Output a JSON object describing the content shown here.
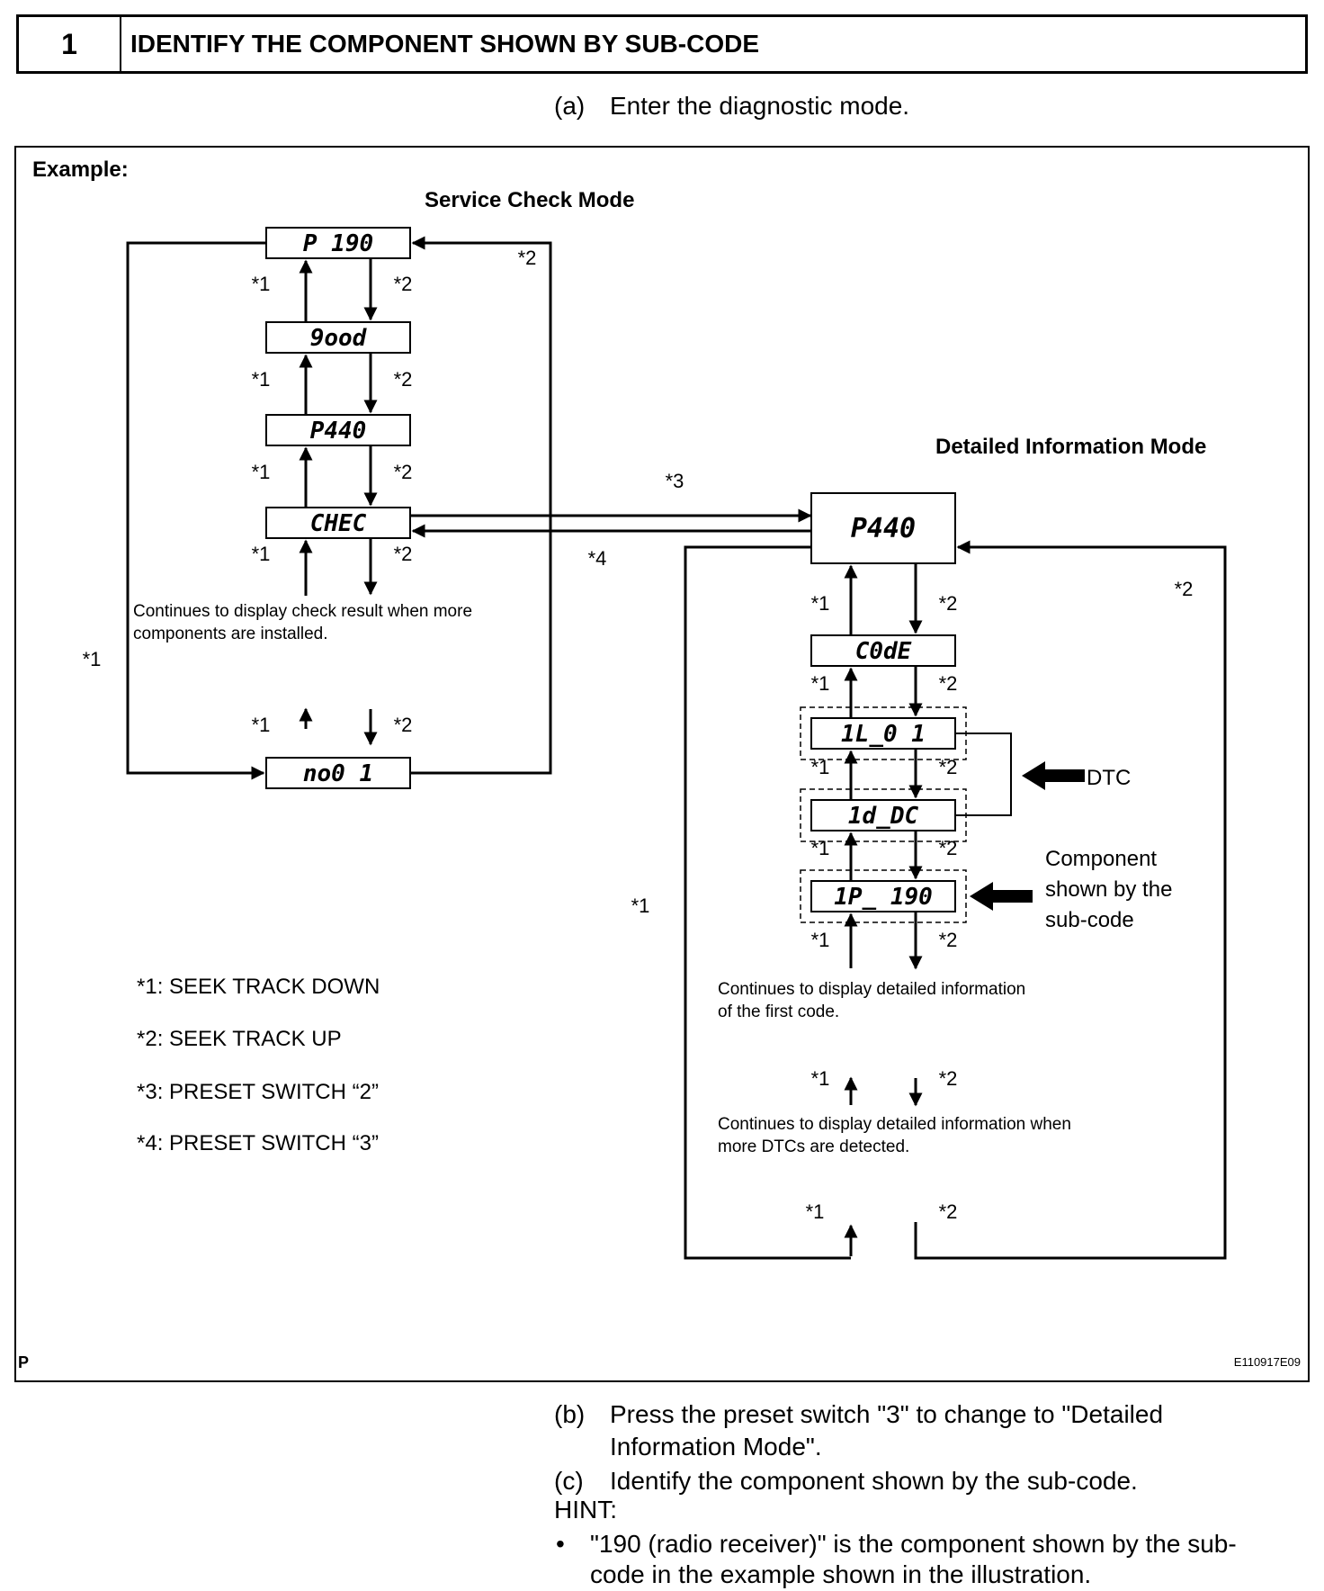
{
  "step": {
    "number": "1",
    "title": "IDENTIFY THE COMPONENT SHOWN BY SUB-CODE"
  },
  "step_a": {
    "label": "(a)",
    "text": "Enter the diagnostic mode."
  },
  "figure": {
    "example_label": "Example:",
    "service_mode_title": "Service Check Mode",
    "detailed_mode_title": "Detailed Information Mode",
    "service_displays": [
      "P 190",
      "9ood",
      "P440",
      "CHEC",
      "no0 1"
    ],
    "detailed_main_display": "P440",
    "detailed_displays": [
      "C0dE",
      "1L_0 1",
      "1d_DC",
      "1P_ 190"
    ],
    "marks": {
      "down": "*1",
      "up": "*2",
      "preset2": "*3",
      "preset3": "*4"
    },
    "service_continue_note": [
      "Continues to display check result when more",
      "components are installed."
    ],
    "detailed_first_note": [
      "Continues to display detailed information",
      "of the first code."
    ],
    "detailed_more_note": [
      "Continues to display detailed information when",
      "more DTCs are detected."
    ],
    "dtc_label": "DTC",
    "component_label": [
      "Component",
      "shown by the",
      "sub-code"
    ],
    "legend": [
      "*1: SEEK TRACK DOWN",
      "*2: SEEK TRACK UP",
      "*3: PRESET SWITCH “2”",
      "*4: PRESET SWITCH “3”"
    ],
    "corner_letter": "P",
    "figure_code": "E110917E09"
  },
  "step_b": {
    "label": "(b)",
    "text_lines": [
      "Press the preset switch \"3\" to change to \"Detailed",
      "Information Mode\"."
    ]
  },
  "step_c": {
    "label": "(c)",
    "text": "Identify the component shown by the sub-code."
  },
  "hint": {
    "label": "HINT:",
    "bullet": "•",
    "lines": [
      "\"190 (radio receiver)\" is the component shown by the sub-",
      "code in the example shown in the illustration."
    ]
  }
}
